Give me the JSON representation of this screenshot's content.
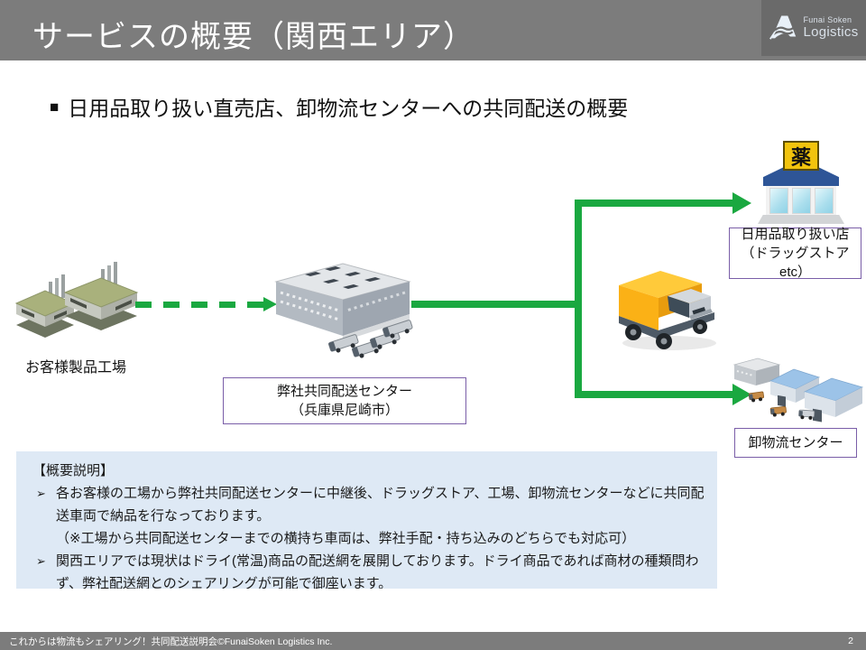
{
  "header": {
    "title": "サービスの概要（関西エリア）",
    "logo_line1": "Funai Soken",
    "logo_line2": "Logistics"
  },
  "heading": {
    "bullet": "■",
    "text": "日用品取り扱い直売店、卸物流センターへの共同配送の概要"
  },
  "diagram": {
    "factory_label": "お客様製品工場",
    "center_label_line1": "弊社共同配送センター",
    "center_label_line2": "（兵庫県尼崎市）",
    "store_sign": "薬",
    "store_label_line1": "日用品取り扱い店",
    "store_label_line2": "（ドラッグストアetc）",
    "wholesale_label": "卸物流センター",
    "icons": [
      "factory-icon",
      "distribution-center-icon",
      "truck-icon",
      "drugstore-icon",
      "wholesale-warehouse-icon"
    ],
    "colors": {
      "arrow_green": "#1aa840",
      "label_border_purple": "#7a5ea8",
      "overview_bg": "#dee9f5",
      "header_gray": "#7c7c7c"
    }
  },
  "overview": {
    "title": "【概要説明】",
    "marker": "➢",
    "bullets": [
      {
        "lines": [
          "各お客様の工場から弊社共同配送センターに中継後、ドラッグストア、工場、卸物流センターなどに共同配",
          "送車両で納品を行なっております。",
          "（※工場から共同配送センターまでの横持ち車両は、弊社手配・持ち込みのどちらでも対応可）"
        ]
      },
      {
        "lines": [
          "関西エリアでは現状はドライ(常温)商品の配送網を展開しております。ドライ商品であれば商材の種類問わ",
          "ず、弊社配送網とのシェアリングが可能で御座います。"
        ]
      }
    ]
  },
  "footer": {
    "text": "これからは物流もシェアリング！共同配送説明会©FunaiSoken Logistics Inc.",
    "page_number": "2"
  }
}
